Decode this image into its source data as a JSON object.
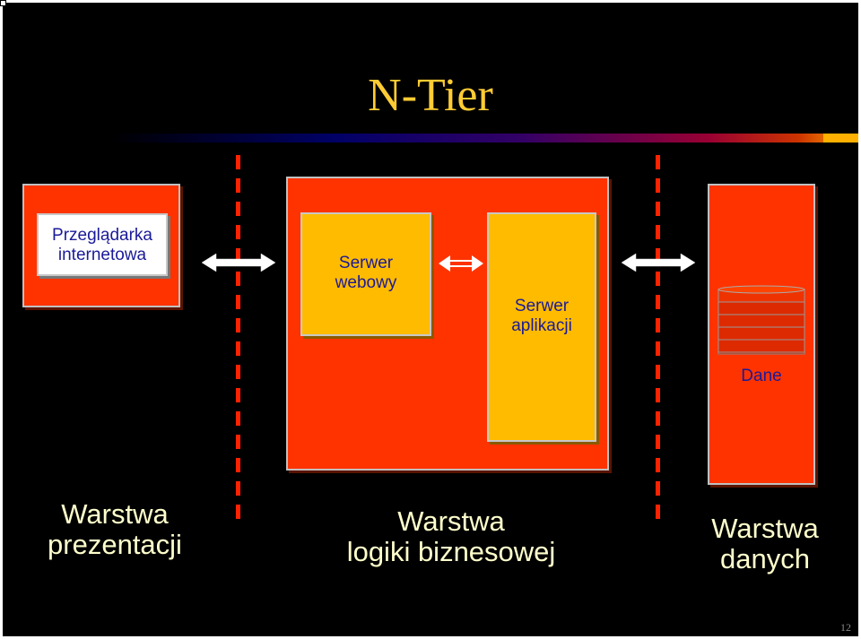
{
  "slide": {
    "title": "N-Tier",
    "page_number": "12"
  },
  "diagram": {
    "browser": {
      "label_line1": "Przeglądarka",
      "label_line2": "internetowa"
    },
    "web_server": {
      "label_line1": "Serwer",
      "label_line2": "webowy"
    },
    "app_server": {
      "label_line1": "Serwer",
      "label_line2": "aplikacji"
    },
    "data": {
      "label": "Dane",
      "icon": "database-icon"
    },
    "layers": {
      "presentation": {
        "line1": "Warstwa",
        "line2": "prezentacji"
      },
      "business": {
        "line1": "Warstwa",
        "line2": "logiki biznesowej"
      },
      "data": {
        "line1": "Warstwa",
        "line2": "danych"
      }
    }
  },
  "colors": {
    "background": "#000000",
    "title": "#ffcc33",
    "tier_box": "#ff3300",
    "component_box": "#ffbb00",
    "divider": "#ff2200",
    "box_label": "#1a1a99",
    "layer_label": "#ffffcc"
  }
}
